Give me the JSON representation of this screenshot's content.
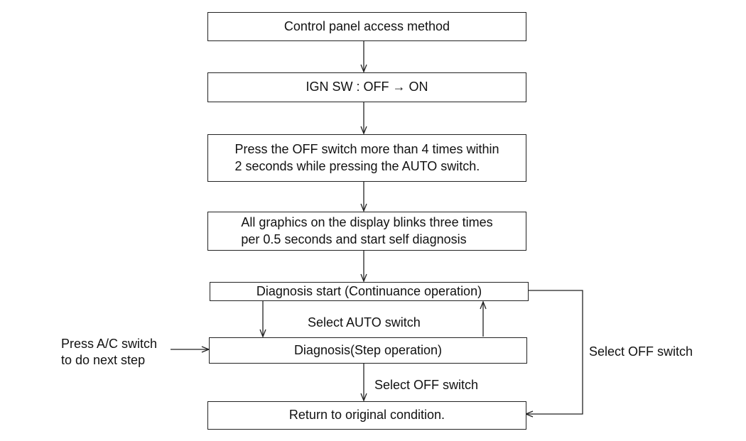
{
  "flowchart": {
    "steps": {
      "access_method": "Control panel access method",
      "ign_sw": "IGN SW : OFF → ON",
      "press_off": "Press the OFF switch more than 4 times within\n2 seconds while pressing the AUTO switch.",
      "graphics_blink": "All graphics on the display blinks three times\nper 0.5 seconds and start self diagnosis",
      "diag_start": "Diagnosis start (Continuance operation)",
      "diag_step": "Diagnosis(Step operation)",
      "return_original": "Return to original condition."
    },
    "labels": {
      "select_auto": "Select AUTO switch",
      "press_ac": "Press A/C switch\nto do next step",
      "select_off_right": "Select OFF switch",
      "select_off_bottom": "Select OFF switch"
    }
  }
}
